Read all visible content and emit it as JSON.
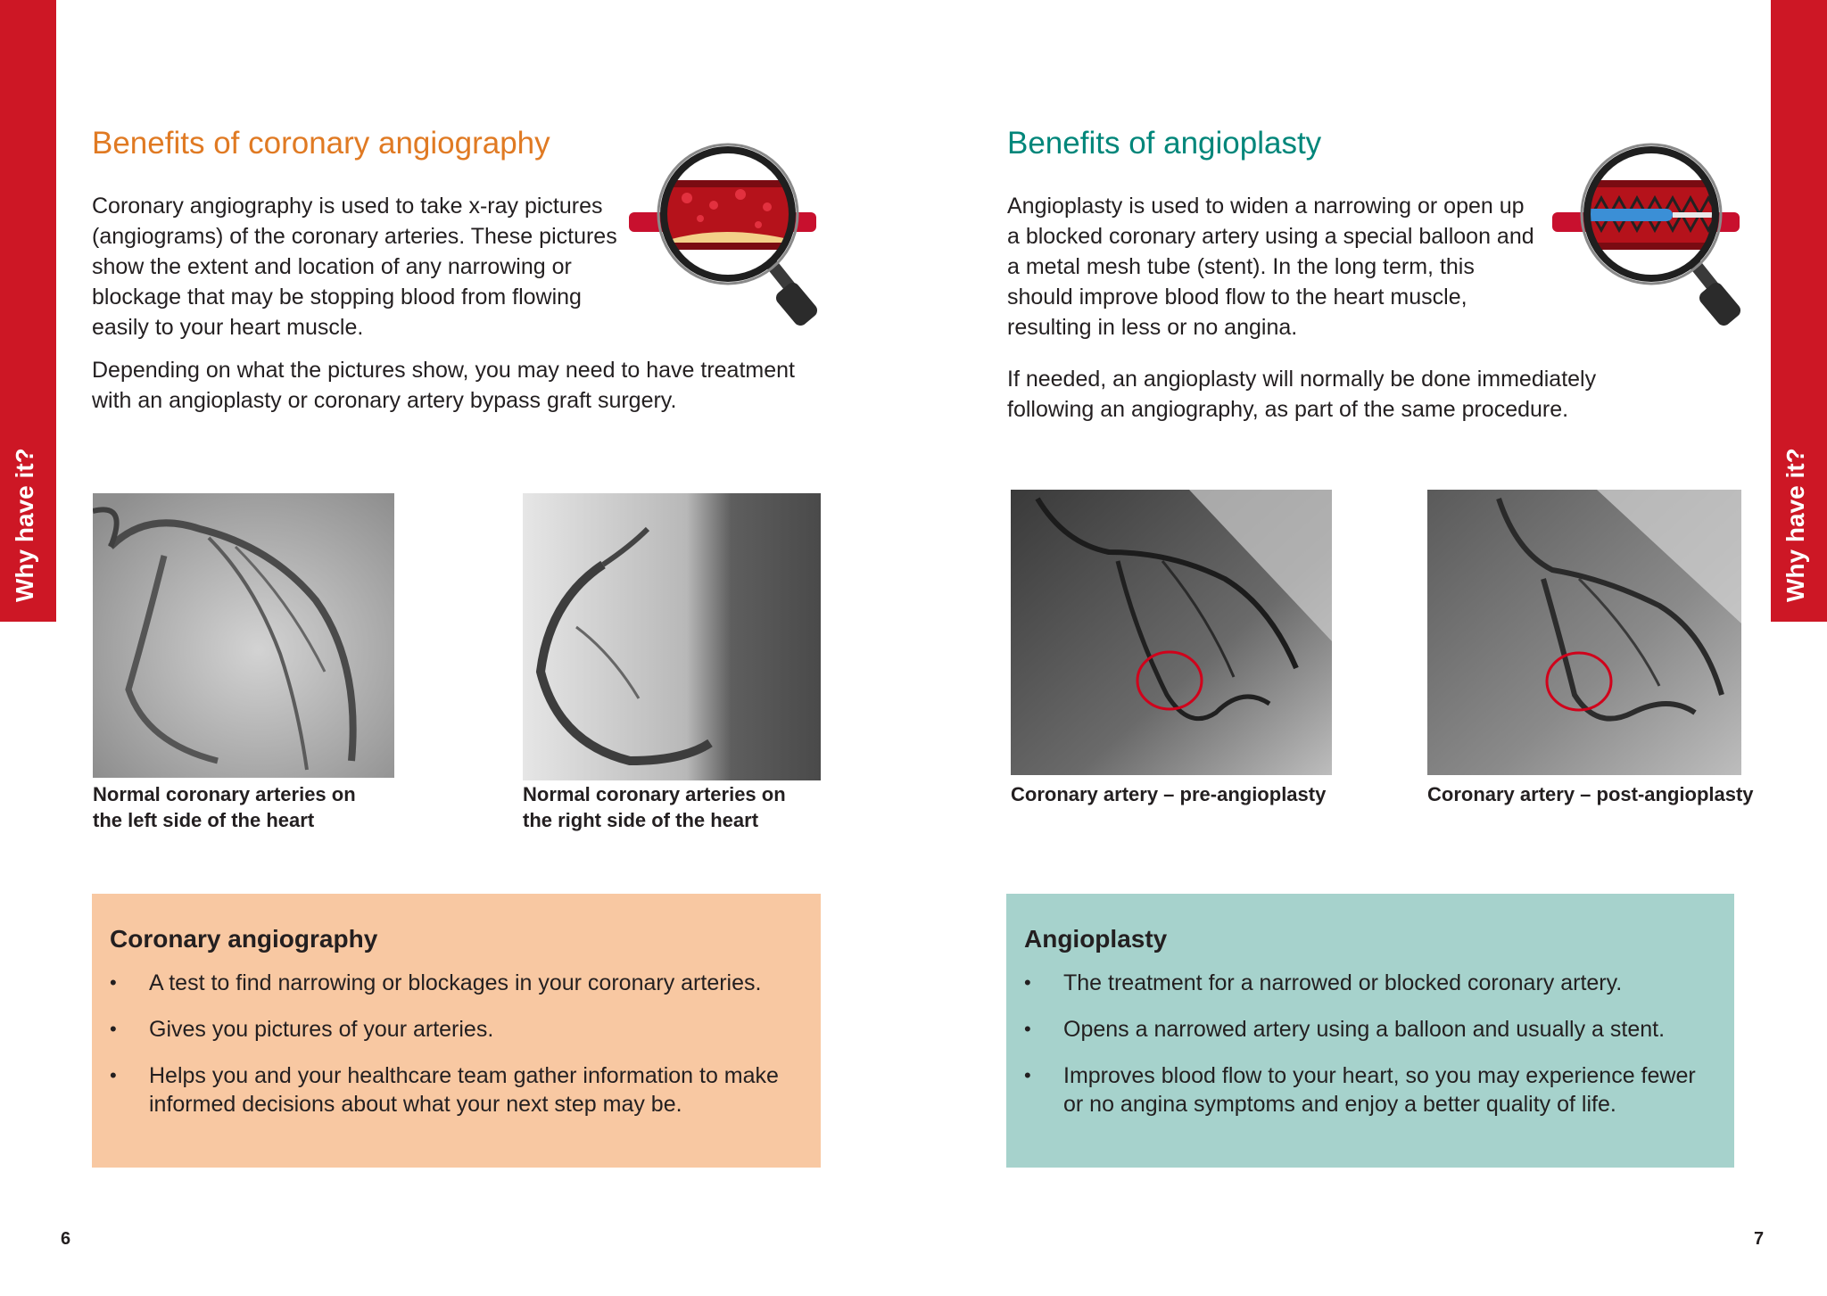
{
  "tab_label": "Why have it?",
  "left": {
    "heading": "Benefits of coronary angiography",
    "para1": "Coronary angiography is used to take x-ray pictures (angiograms) of the coronary arteries. These pictures show the extent and location of any narrowing or blockage that may be stopping blood from flowing easily to your heart muscle.",
    "para2": "Depending on what the pictures show, you may need to have treatment with an angioplasty or coronary artery bypass graft surgery.",
    "captions": [
      "Normal coronary arteries on the left side of the heart",
      "Normal coronary arteries on the right side of the heart"
    ],
    "box": {
      "title": "Coronary angiography",
      "items": [
        "A test to find narrowing or blockages in your coronary arteries.",
        "Gives you pictures of your arteries.",
        "Helps you and your healthcare team gather information to make informed decisions about what your next step may be."
      ]
    },
    "page_number": "6"
  },
  "right": {
    "heading": "Benefits of angioplasty",
    "para1": "Angioplasty is used to widen a narrowing or open up a blocked coronary artery using a special balloon and a metal mesh tube (stent). In the long term, this should improve blood flow to the heart muscle, resulting in less or no angina.",
    "para2": "If needed, an angioplasty will normally be done immediately following an angiography, as part of the same procedure.",
    "captions": [
      "Coronary artery – pre-angioplasty",
      "Coronary artery – post-angioplasty"
    ],
    "box": {
      "title": "Angioplasty",
      "items": [
        "The treatment for a narrowed or blocked coronary artery.",
        "Opens a narrowed artery using a balloon and usually a stent.",
        "Improves blood flow to your heart, so you may experience fewer or no angina symptoms and enjoy a better quality of life."
      ]
    },
    "page_number": "7"
  },
  "bullet": "•",
  "colors": {
    "tab_red": "#cd1725",
    "heading_orange": "#e07a23",
    "heading_teal": "#00867a",
    "box_peach": "#f8c8a2",
    "box_mint": "#a6d2cc"
  }
}
